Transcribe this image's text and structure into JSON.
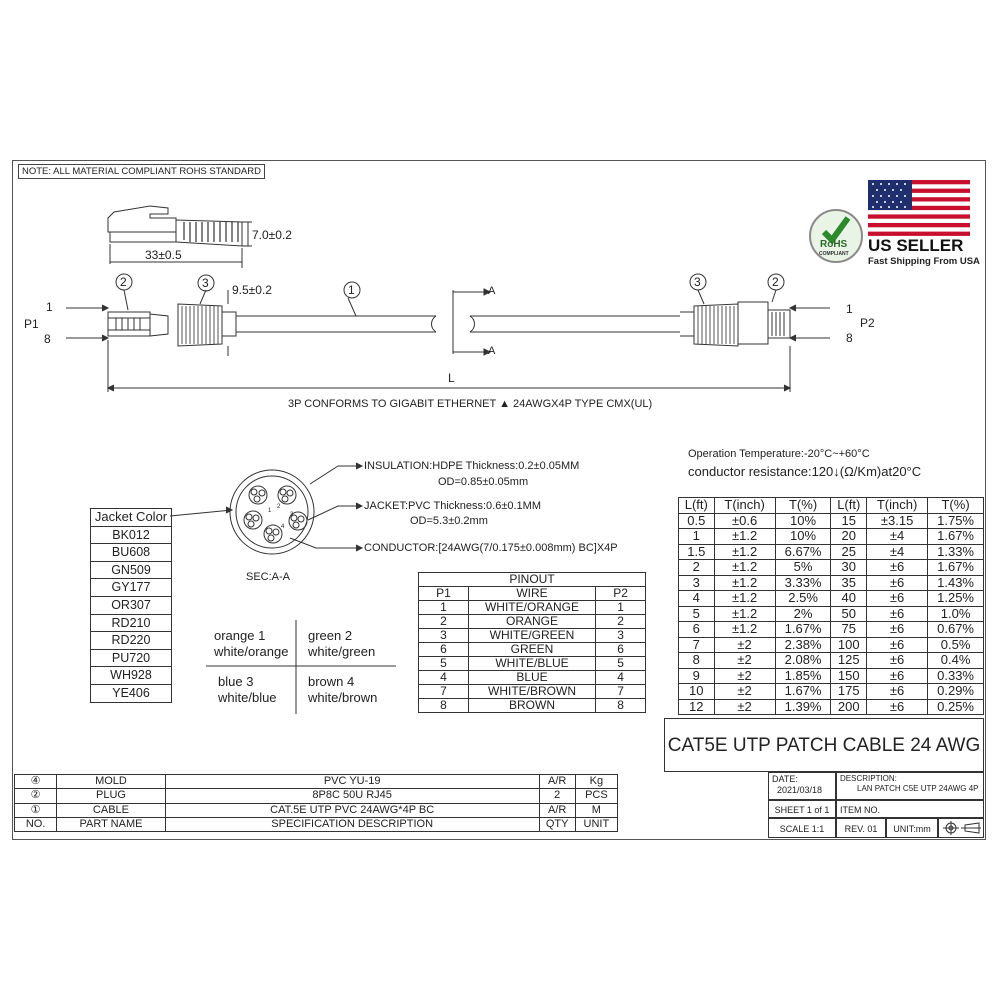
{
  "note": "NOTE: ALL MATERIAL COMPLIANT ROHS STANDARD",
  "dims": {
    "plug_len": "33±0.5",
    "plug_height": "7.0±0.2",
    "boot_dia": "9.5±0.2",
    "length": "L",
    "p1": "P1",
    "p2": "P2",
    "pin1": "1",
    "pin8": "8",
    "sec_a": "A"
  },
  "callouts": {
    "c1": "1",
    "c2": "2",
    "c3": "3"
  },
  "conforms": "3P CONFORMS TO GIGABIT ETHERNET ▲ 24AWGX4P TYPE CMX(UL)",
  "badge": {
    "rohs": "RoHS",
    "rohs_sub": "COMPLIANT",
    "us_seller": "US SELLER",
    "fast_ship": "Fast Shipping From USA",
    "flag_red": "#c8102e",
    "flag_blue": "#1f2f6e"
  },
  "section": {
    "insulation": "INSULATION:HDPE Thickness:0.2±0.05MM",
    "insulation_od": "OD=0.85±0.05mm",
    "jacket": "JACKET:PVC  Thickness:0.6±0.1MM",
    "jacket_od": "OD=5.3±0.2mm",
    "conductor": "CONDUCTOR:[24AWG(7/0.175±0.008mm) BC]X4P",
    "label": "SEC:A-A",
    "pair_nums": [
      "1",
      "2",
      "3",
      "4"
    ]
  },
  "jacket_colors": {
    "header": "Jacket Color",
    "items": [
      "BK012",
      "BU608",
      "GN509",
      "GY177",
      "OR307",
      "RD210",
      "RD220",
      "PU720",
      "WH928",
      "YE406"
    ]
  },
  "wire_colors": {
    "tl1": "orange  1",
    "tl2": "white/orange",
    "tr1": "green  2",
    "tr2": "white/green",
    "bl1": "blue     3",
    "bl2": "white/blue",
    "br1": "brown 4",
    "br2": "white/brown"
  },
  "pinout": {
    "title": "PINOUT",
    "headers": [
      "P1",
      "WIRE",
      "P2"
    ],
    "rows": [
      [
        "1",
        "WHITE/ORANGE",
        "1"
      ],
      [
        "2",
        "ORANGE",
        "2"
      ],
      [
        "3",
        "WHITE/GREEN",
        "3"
      ],
      [
        "6",
        "GREEN",
        "6"
      ],
      [
        "5",
        "WHITE/BLUE",
        "5"
      ],
      [
        "4",
        "BLUE",
        "4"
      ],
      [
        "7",
        "WHITE/BROWN",
        "7"
      ],
      [
        "8",
        "BROWN",
        "8"
      ]
    ]
  },
  "operation": {
    "temp": "Operation Temperature:-20°C~+60°C",
    "resistance": "conductor resistance:120↓(Ω/Km)at20°C"
  },
  "tolerance": {
    "headers": [
      "L(ft)",
      "T(inch)",
      "T(%)",
      "L(ft)",
      "T(inch)",
      "T(%)"
    ],
    "rows": [
      [
        "0.5",
        "±0.6",
        "10%",
        "15",
        "±3.15",
        "1.75%"
      ],
      [
        "1",
        "±1.2",
        "10%",
        "20",
        "±4",
        "1.67%"
      ],
      [
        "1.5",
        "±1.2",
        "6.67%",
        "25",
        "±4",
        "1.33%"
      ],
      [
        "2",
        "±1.2",
        "5%",
        "30",
        "±6",
        "1.67%"
      ],
      [
        "3",
        "±1.2",
        "3.33%",
        "35",
        "±6",
        "1.43%"
      ],
      [
        "4",
        "±1.2",
        "2.5%",
        "40",
        "±6",
        "1.25%"
      ],
      [
        "5",
        "±1.2",
        "2%",
        "50",
        "±6",
        "1.0%"
      ],
      [
        "6",
        "±1.2",
        "1.67%",
        "75",
        "±6",
        "0.67%"
      ],
      [
        "7",
        "±2",
        "2.38%",
        "100",
        "±6",
        "0.5%"
      ],
      [
        "8",
        "±2",
        "2.08%",
        "125",
        "±6",
        "0.4%"
      ],
      [
        "9",
        "±2",
        "1.85%",
        "150",
        "±6",
        "0.33%"
      ],
      [
        "10",
        "±2",
        "1.67%",
        "175",
        "±6",
        "0.29%"
      ],
      [
        "12",
        "±2",
        "1.39%",
        "200",
        "±6",
        "0.25%"
      ]
    ]
  },
  "bom": {
    "rows": [
      [
        "④",
        "MOLD",
        "PVC YU-19",
        "A/R",
        "Kg"
      ],
      [
        "②",
        "PLUG",
        "8P8C 50U RJ45",
        "2",
        "PCS"
      ],
      [
        "①",
        "CABLE",
        "CAT.5E UTP PVC 24AWG*4P BC",
        "A/R",
        "M"
      ],
      [
        "NO.",
        "PART NAME",
        "SPECIFICATION DESCRIPTION",
        "QTY",
        "UNIT"
      ]
    ]
  },
  "title_block": {
    "title": "CAT5E UTP PATCH CABLE 24 AWG",
    "date_label": "DATE:",
    "date": "2021/03/18",
    "desc_label": "DESCRIPTION:",
    "desc": "LAN PATCH C5E UTP 24AWG 4P",
    "sheet": "SHEET 1 of 1",
    "item": "ITEM NO.",
    "scale": "SCALE 1:1",
    "rev": "REV. 01",
    "unit": "UNIT:mm"
  }
}
